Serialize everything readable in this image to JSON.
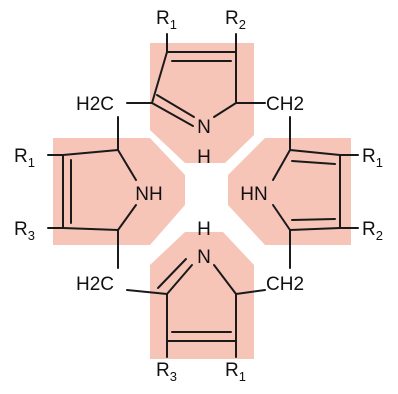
{
  "colors": {
    "highlight": "#f6c5b8",
    "bond": "#1a1a1a",
    "text": "#111111",
    "background": "#ffffff"
  },
  "labels": {
    "top_r_left": {
      "main": "R",
      "sub": "1"
    },
    "top_r_right": {
      "main": "R",
      "sub": "2"
    },
    "left_r_top": {
      "main": "R",
      "sub": "1"
    },
    "left_r_bottom": {
      "main": "R",
      "sub": "3"
    },
    "right_r_top": {
      "main": "R",
      "sub": "1"
    },
    "right_r_bottom": {
      "main": "R",
      "sub": "2"
    },
    "bottom_r_left": {
      "main": "R",
      "sub": "3"
    },
    "bottom_r_right": {
      "main": "R",
      "sub": "1"
    },
    "top_n": "N",
    "top_h": "H",
    "bottom_n": "N",
    "bottom_h": "H",
    "left_nh": "NH",
    "right_hn": "HN",
    "ch2_top_left": "H2C",
    "ch2_top_right": "CH2",
    "ch2_bottom_left": "H2C",
    "ch2_bottom_right": "CH2"
  }
}
